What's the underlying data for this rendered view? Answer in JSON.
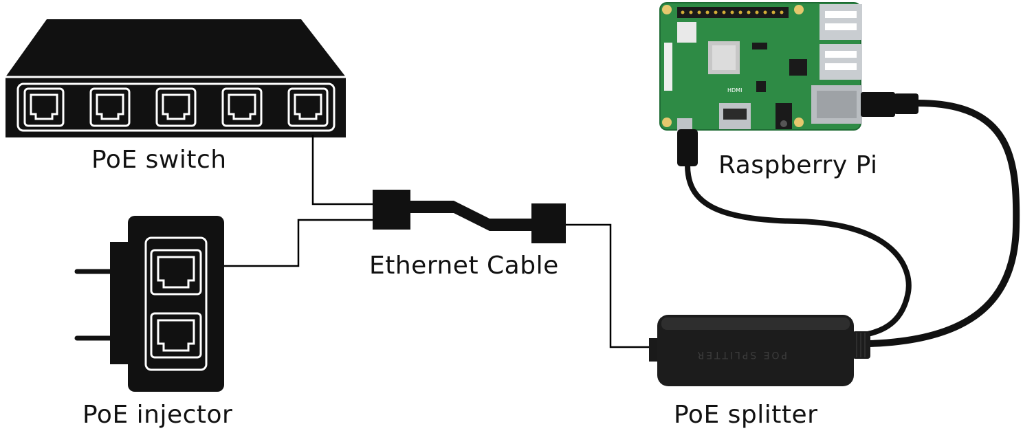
{
  "labels": {
    "poe_switch": "PoE switch",
    "ethernet_cable": "Ethernet Cable",
    "raspberry_pi": "Raspberry Pi",
    "poe_injector": "PoE injector",
    "poe_splitter": "PoE splitter"
  },
  "devices": {
    "raspberry_pi": {
      "hdmi_label": "HDMI"
    },
    "poe_splitter": {
      "body_text": "POE SPLITTER"
    }
  },
  "colors": {
    "background": "#ffffff",
    "device_black": "#111111",
    "wire": "#000000",
    "pcb_green": "#2e8b45",
    "metal": "#bfc3c7",
    "text": "#111111"
  },
  "icons": {
    "switch": "network-switch-icon",
    "injector": "poe-injector-icon",
    "cable": "ethernet-cable-icon",
    "rpi": "raspberry-pi-board",
    "splitter": "poe-splitter-device"
  }
}
